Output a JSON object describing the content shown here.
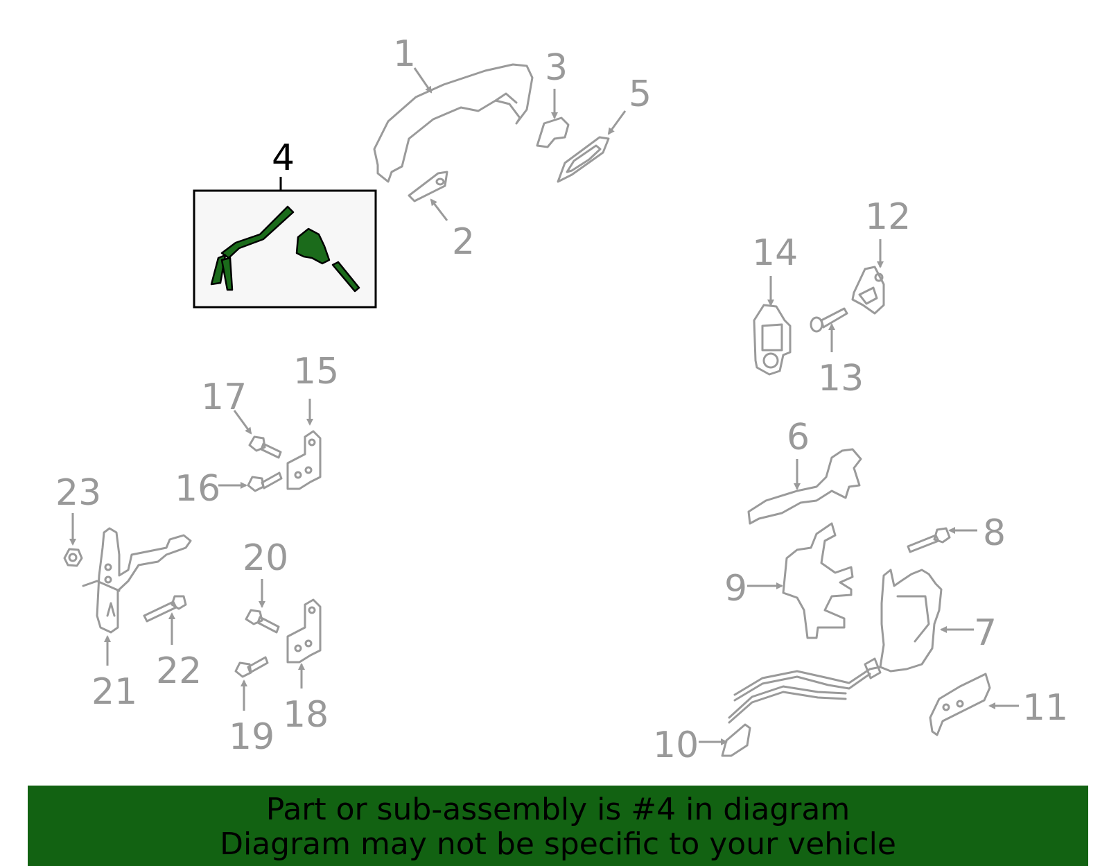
{
  "diagram": {
    "highlighted_part": "4",
    "callouts": [
      "1",
      "2",
      "3",
      "4",
      "5",
      "6",
      "7",
      "8",
      "9",
      "10",
      "11",
      "12",
      "13",
      "14",
      "15",
      "16",
      "17",
      "18",
      "19",
      "20",
      "21",
      "22",
      "23"
    ]
  },
  "banner": {
    "line1": "Part or sub-assembly is #4 in diagram",
    "line2": "Diagram may not be specific to your vehicle"
  },
  "colors": {
    "highlight": "#1b6b1b",
    "banner": "#126212",
    "part_outline": "#9a9a9a"
  }
}
